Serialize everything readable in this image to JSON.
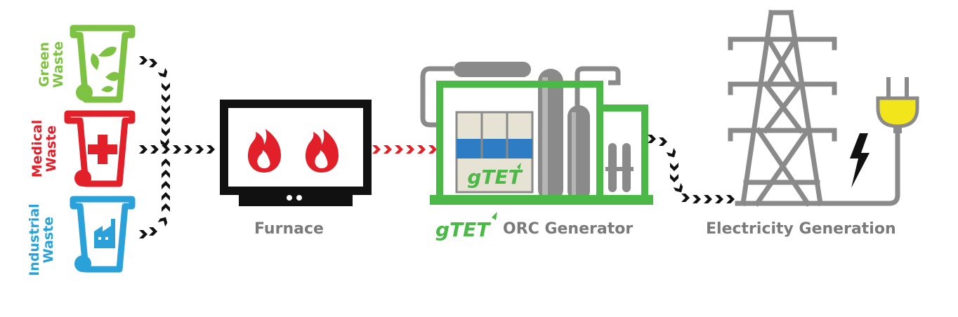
{
  "bins": [
    {
      "line1": "Green",
      "line2": "Waste",
      "color": "#7dc243",
      "icon": "leaf-icon"
    },
    {
      "line1": "Medical",
      "line2": "Waste",
      "color": "#e2202a",
      "icon": "medical-cross-icon"
    },
    {
      "line1": "Industrial",
      "line2": "Waste",
      "color": "#2aa1d9",
      "icon": "factory-icon"
    }
  ],
  "stages": {
    "furnace": {
      "caption": "Furnace",
      "icon": "flame-icon"
    },
    "generator": {
      "brand": "gTET",
      "caption": "ORC Generator",
      "panel_brand": "gTET",
      "color": "#4cb848"
    },
    "electricity": {
      "caption": "Electricity Generation",
      "icon": "power-tower-icon"
    }
  },
  "colors": {
    "arrow_black": "#111111",
    "arrow_red": "#e2202a",
    "gray": "#8a8a8a",
    "plug_yellow": "#f3e51b",
    "generator_blue": "#2e7dc4"
  }
}
